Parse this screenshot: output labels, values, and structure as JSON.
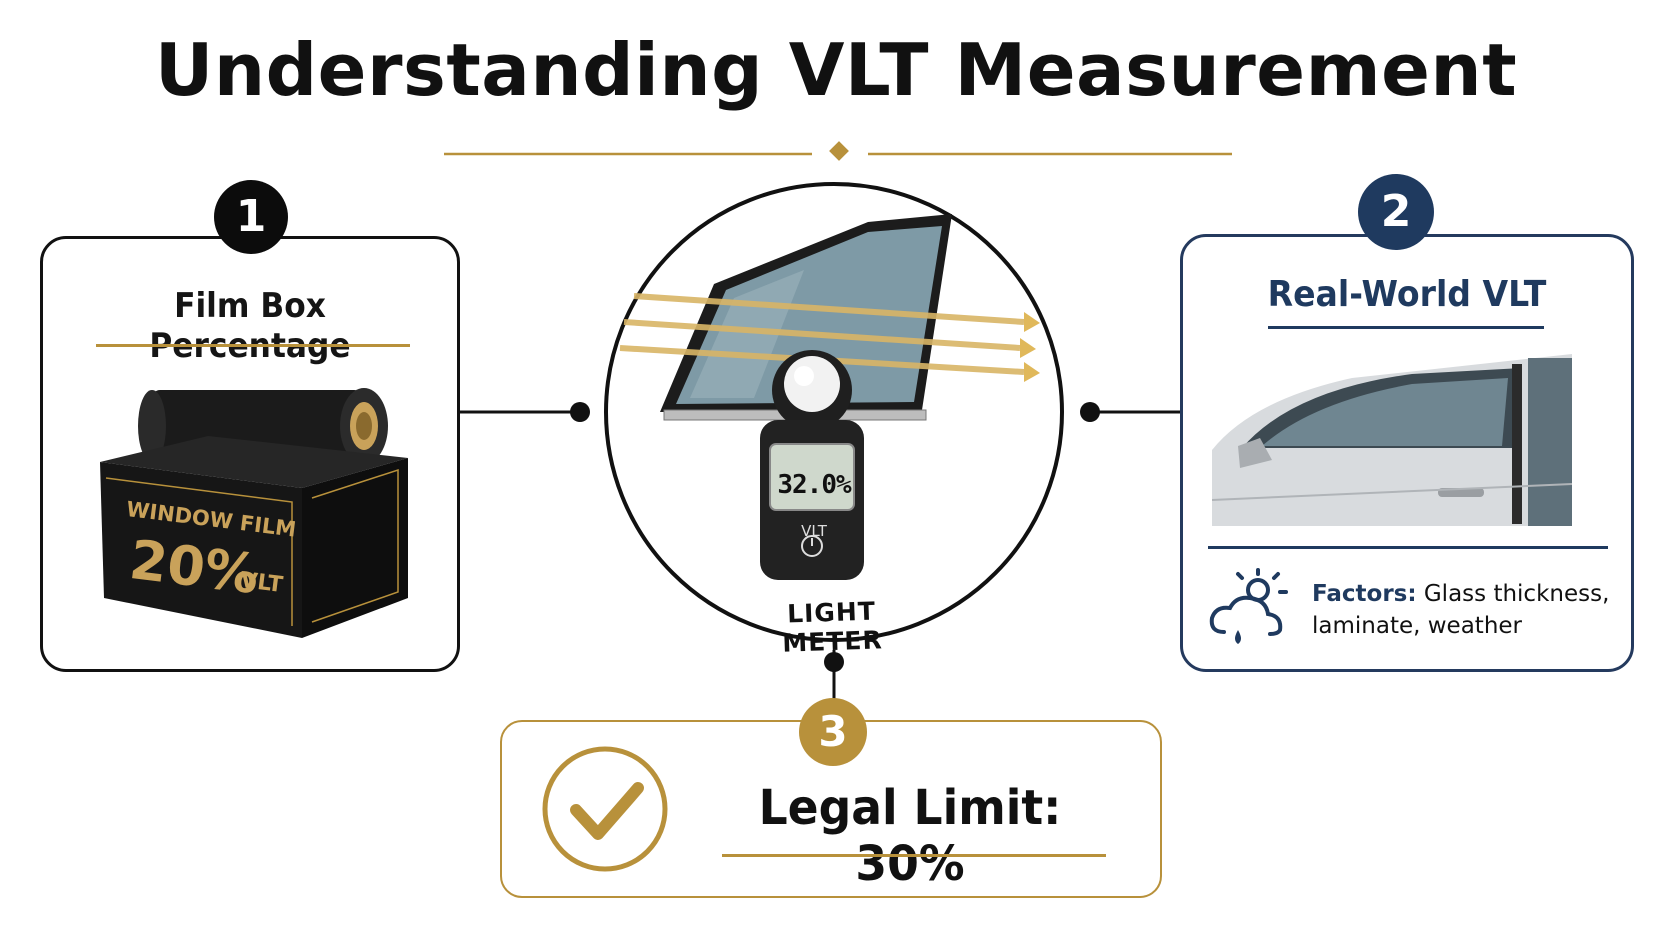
{
  "title": "Understanding VLT Measurement",
  "accent_gold": "#b8913b",
  "accent_navy": "#1f3a5f",
  "card1": {
    "number": "1",
    "heading": "Film Box Percentage",
    "box_label_line1": "WINDOW FILM",
    "box_percent": "20%",
    "box_unit": "VLT"
  },
  "center": {
    "meter_reading": "32.0%",
    "meter_label": "VLT",
    "caption": "LIGHT METER"
  },
  "card2": {
    "number": "2",
    "heading": "Real-World VLT",
    "factors_label": "Factors:",
    "factors_text": "Glass thickness, laminate, weather",
    "icon": "weather-cloud-sun-rain-icon"
  },
  "card3": {
    "number": "3",
    "text": "Legal Limit: 30%",
    "icon": "checkmark-icon"
  }
}
